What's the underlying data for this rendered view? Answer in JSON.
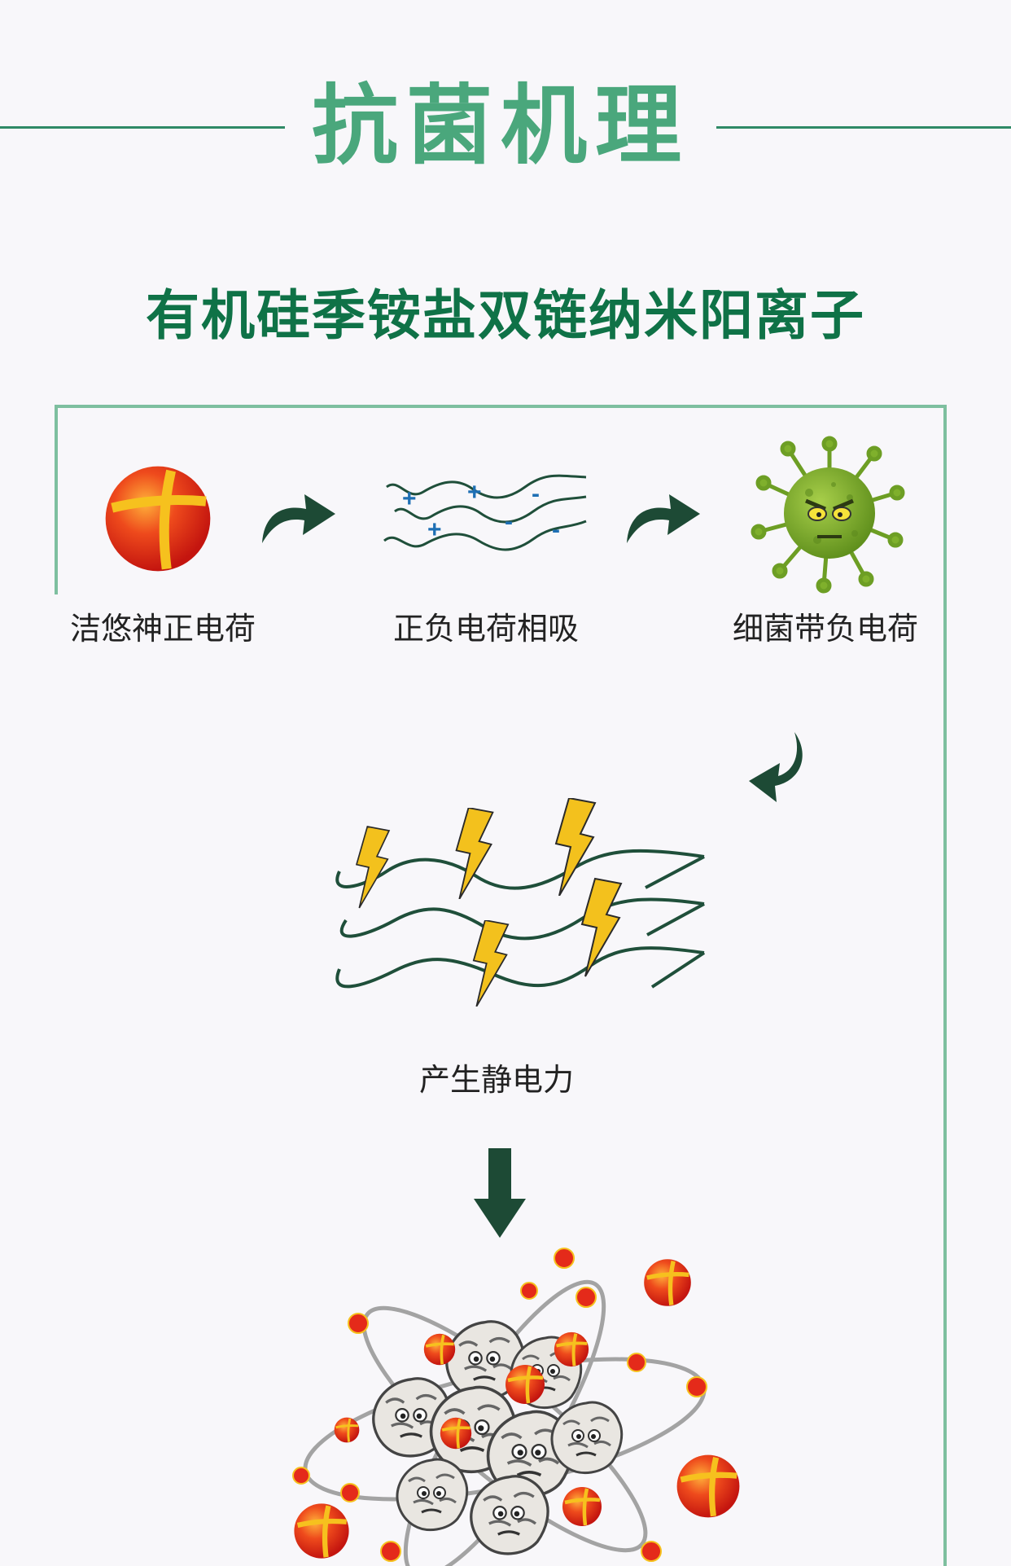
{
  "header": {
    "title": "抗菌机理"
  },
  "subtitle": "有机硅季铵盐双链纳米阳离子",
  "steps": [
    {
      "label": "洁悠神正电荷",
      "icon": "positive-ball-icon"
    },
    {
      "label": "正负电荷相吸",
      "icon": "charged-waves-icon"
    },
    {
      "label": "细菌带负电荷",
      "icon": "bacteria-virus-icon"
    }
  ],
  "static": {
    "label": "产生静电力",
    "icon": "lightning-waves-icon"
  },
  "result": {
    "icon": "bacteria-cluster-icon"
  },
  "charges": {
    "plus": "+",
    "minus": "-"
  },
  "colors": {
    "title_green": "#4aa77c",
    "subtitle_green": "#0f7247",
    "frame_green": "#7ebf9f",
    "arrow_green": "#1d4a35",
    "ball_red": "#e42a1a",
    "ball_yellow": "#f6c11e",
    "virus_green": "#7fb02c",
    "lightning_yellow": "#f3c11d"
  }
}
